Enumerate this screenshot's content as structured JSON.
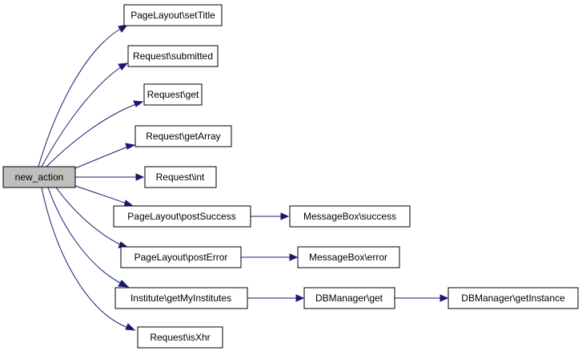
{
  "colors": {
    "edge": "#191970",
    "node_border": "#000000",
    "node_fill": "#ffffff",
    "root_fill": "#bfbfbf"
  },
  "nodes": {
    "new_action": "new_action",
    "setTitle": "PageLayout\\setTitle",
    "submitted": "Request\\submitted",
    "get": "Request\\get",
    "getArray": "Request\\getArray",
    "int": "Request\\int",
    "postSuccess": "PageLayout\\postSuccess",
    "postError": "PageLayout\\postError",
    "getMyInstitutes": "Institute\\getMyInstitutes",
    "isXhr": "Request\\isXhr",
    "mbSuccess": "MessageBox\\success",
    "mbError": "MessageBox\\error",
    "dbGet": "DBManager\\get",
    "getInstance": "DBManager\\getInstance"
  },
  "edges": [
    {
      "from": "new_action",
      "to": "setTitle"
    },
    {
      "from": "new_action",
      "to": "submitted"
    },
    {
      "from": "new_action",
      "to": "get"
    },
    {
      "from": "new_action",
      "to": "getArray"
    },
    {
      "from": "new_action",
      "to": "int"
    },
    {
      "from": "new_action",
      "to": "postSuccess"
    },
    {
      "from": "new_action",
      "to": "postError"
    },
    {
      "from": "new_action",
      "to": "getMyInstitutes"
    },
    {
      "from": "new_action",
      "to": "isXhr"
    },
    {
      "from": "postSuccess",
      "to": "mbSuccess"
    },
    {
      "from": "postError",
      "to": "mbError"
    },
    {
      "from": "getMyInstitutes",
      "to": "dbGet"
    },
    {
      "from": "dbGet",
      "to": "getInstance"
    }
  ]
}
